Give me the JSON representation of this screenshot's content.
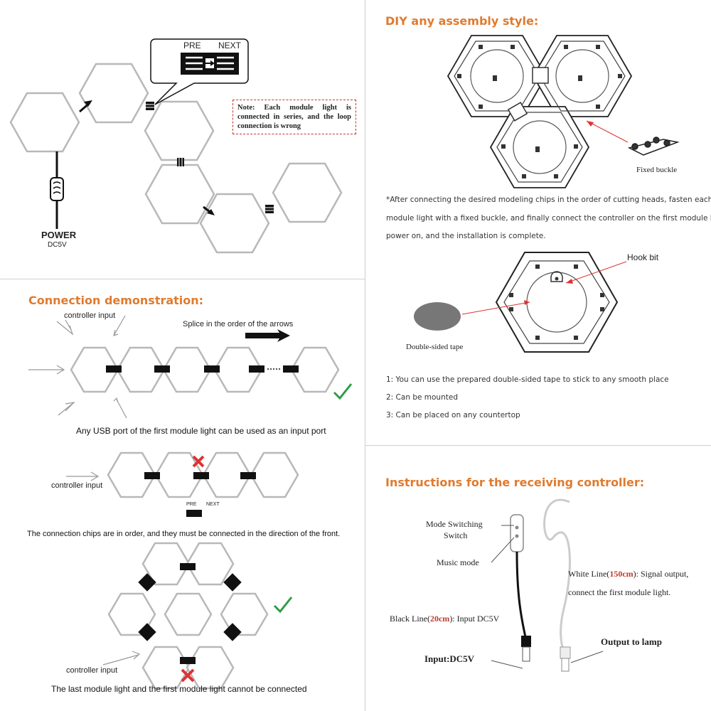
{
  "panel1": {
    "chip_pre": "PRE",
    "chip_next": "NEXT",
    "note": "Note: Each module light is connected in series, and the loop connection is wrong",
    "power_label": "POWER",
    "power_sub": "DC5V"
  },
  "panel2": {
    "title": "DIY any assembly style:",
    "fixed_buckle": "Fixed buckle",
    "paragraph_lines": [
      "*After connecting the desired modeling chips in the order of cutting heads, fasten each",
      "module light with a fixed buckle, and finally connect the controller on the first module ligh",
      "power on, and the installation is complete."
    ],
    "hook_bit": "Hook bit",
    "double_sided_tape": "Double-sided tape",
    "list": [
      "1: You can use the prepared double-sided tape to stick to any smooth place",
      "2: Can be mounted",
      "3: Can be placed on any countertop"
    ]
  },
  "panel3": {
    "title": "Connection demonstration:",
    "controller_input": "controller input",
    "splice_text": "Splice in the order of the arrows",
    "usb_caption": "Any USB port of the first module light can be used as an input port",
    "order_caption": "The connection chips are in order, and they must be connected in the direction of the front.",
    "controller_input_2": "controller input",
    "controller_input_3": "controller input",
    "last_caption": "The last module light and the first module light cannot be connected",
    "chip_pre": "PRE",
    "chip_next": "NEXT"
  },
  "panel4": {
    "title": "Instructions for the receiving controller:",
    "mode_switching": "Mode Switching",
    "switch": "Switch",
    "music_mode": "Music mode",
    "white_line_a": "White Line(",
    "white_line_len": "150cm",
    "white_line_b": "): Signal output,",
    "white_line_2": "connect the first module light.",
    "black_line_a": "Black Line(",
    "black_line_len": "20cm",
    "black_line_b": "): Input DC5V",
    "output_to_lamp": "Output to lamp",
    "input_dc5v": "Input:DC5V"
  },
  "colors": {
    "accent": "#e07b2e",
    "red": "#c0392b",
    "green": "#2e9d47",
    "hex_stroke": "#b8b8b8"
  }
}
